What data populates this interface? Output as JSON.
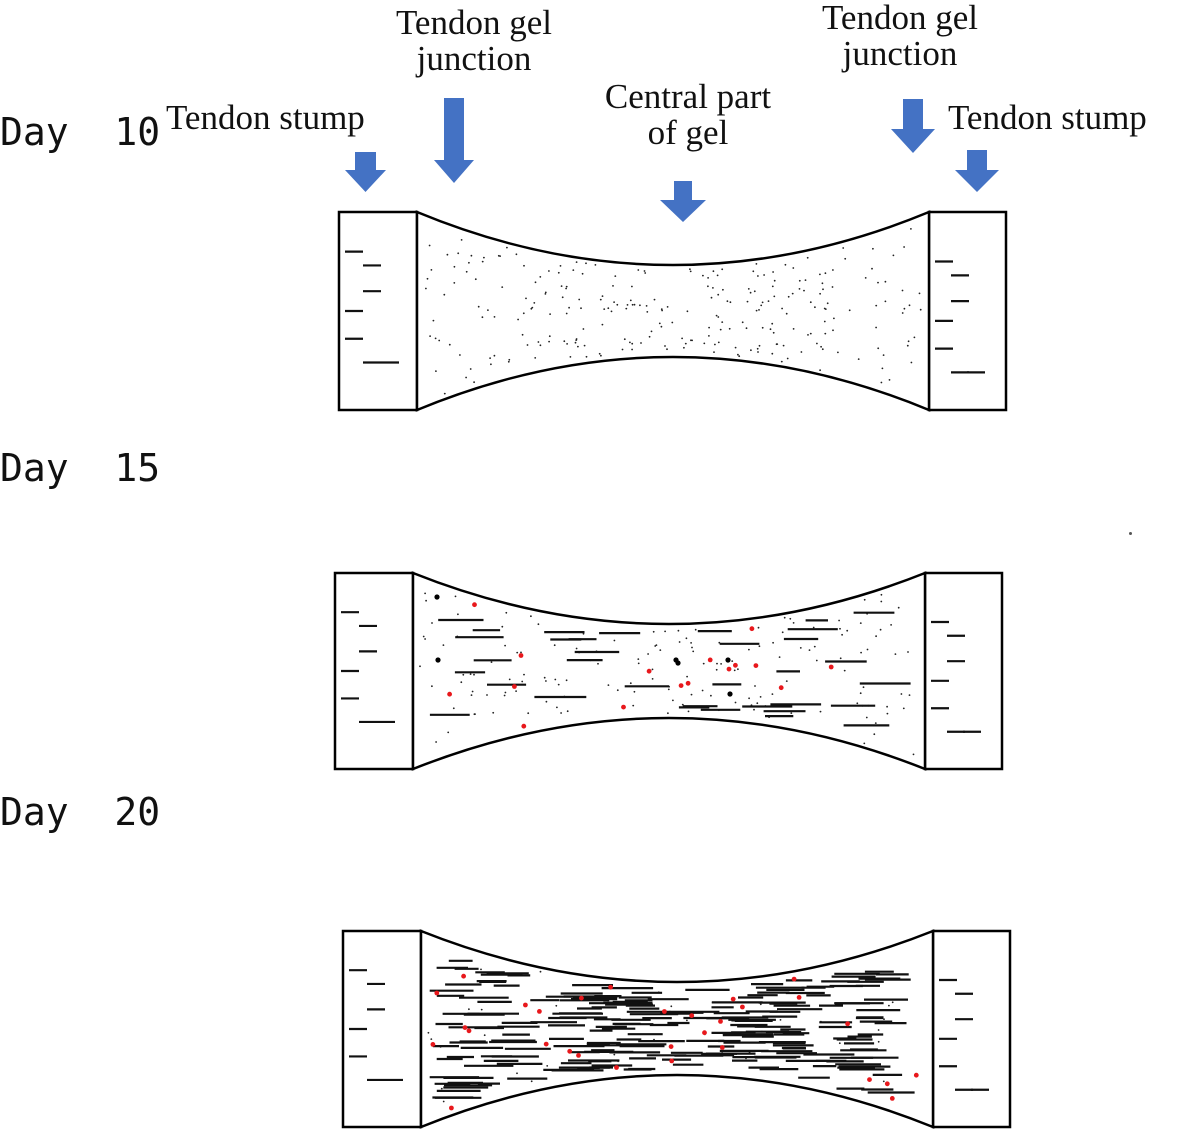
{
  "days": [
    {
      "label": "Day  10",
      "stage": "day10"
    },
    {
      "label": "Day  15",
      "stage": "day15"
    },
    {
      "label": "Day  20",
      "stage": "day20"
    }
  ],
  "annotations": {
    "tendon_stump_left": "Tendon stump",
    "junction_left": [
      "Tendon gel",
      "junction"
    ],
    "central": [
      "Central part",
      "of gel"
    ],
    "junction_right": [
      "Tendon gel",
      "junction"
    ],
    "tendon_stump_right": "Tendon stump"
  },
  "colors": {
    "arrow": "#4472C4",
    "outline": "#000000",
    "fiber": "#111111",
    "red_dot": "#E8181C",
    "black_dot": "#000000"
  },
  "icons": {
    "arrow": "down-arrow-icon"
  }
}
